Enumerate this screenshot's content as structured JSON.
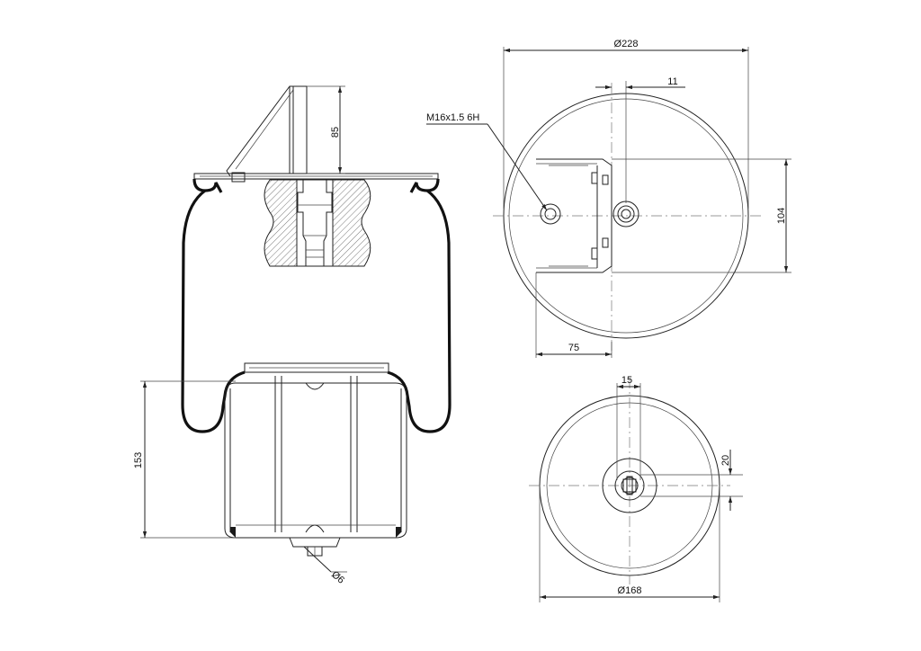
{
  "dimensions": {
    "top_plate_height": "85",
    "piston_height": "153",
    "pin_diameter": "Ø6",
    "outer_diameter_top": "Ø228",
    "offset_top": "11",
    "thread": "M16x1.5 6H",
    "bracket_width": "104",
    "hole_offset": "75",
    "offset_bottom": "15",
    "offset_bottom_v": "20",
    "outer_diameter_bottom": "Ø168"
  }
}
